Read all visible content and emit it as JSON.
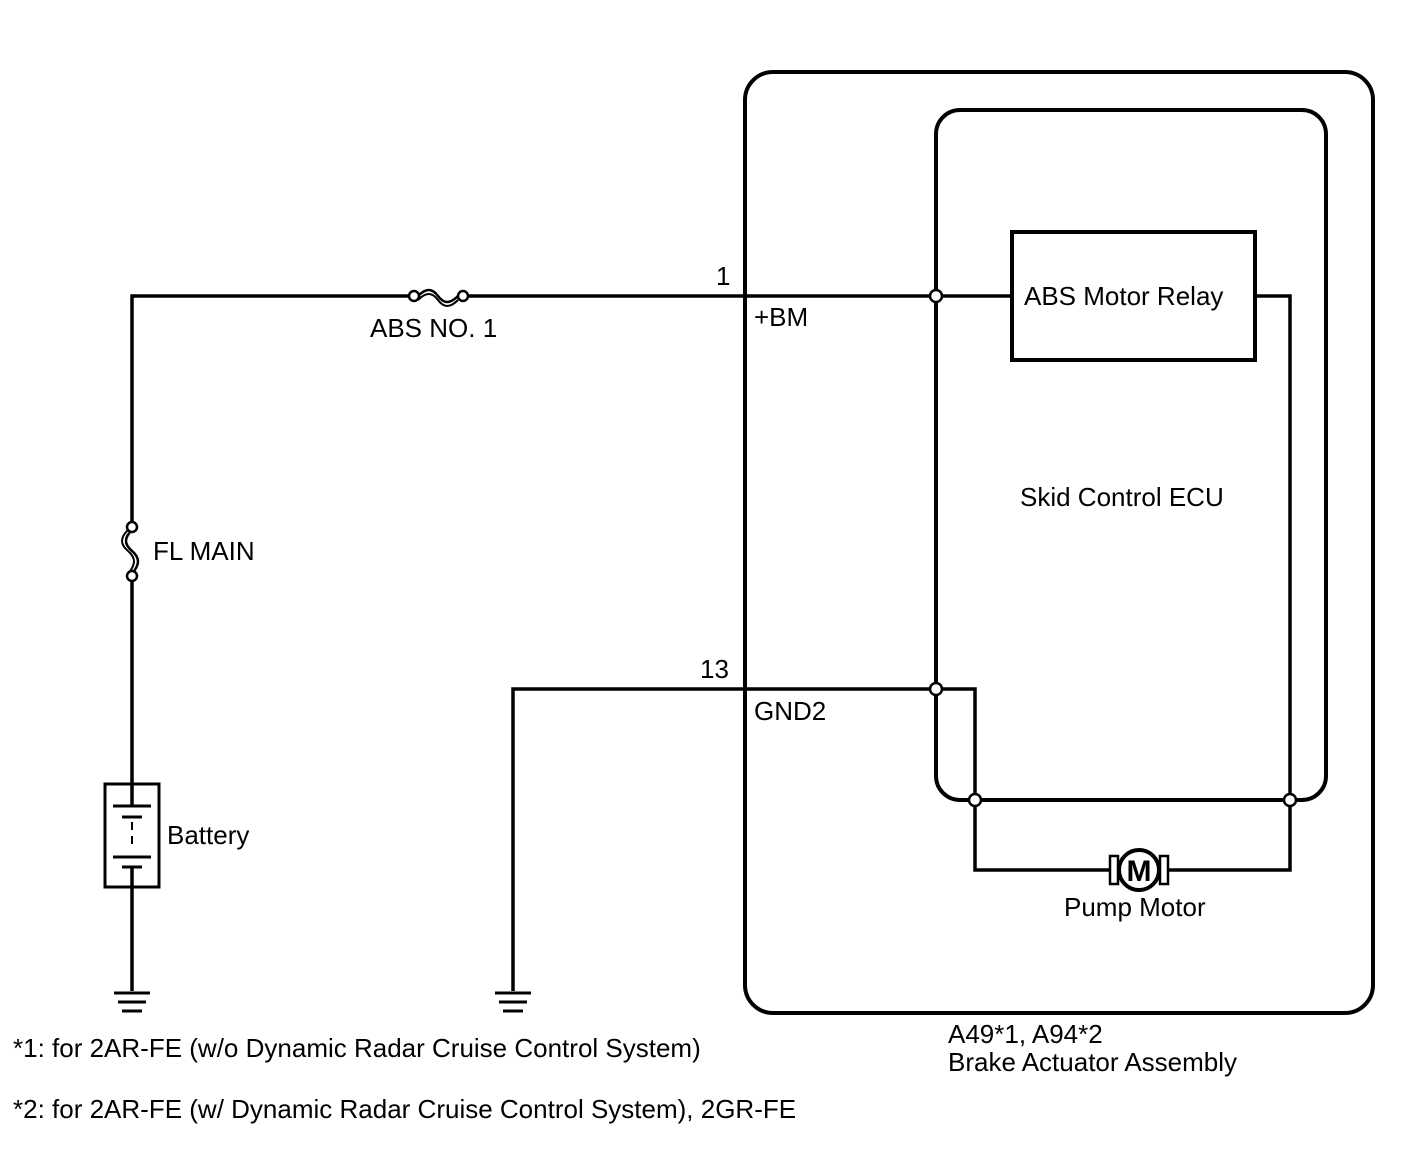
{
  "labels": {
    "fuse_abs": "ABS NO. 1",
    "fuse_main": "FL MAIN",
    "battery": "Battery",
    "pin_bm_number": "1",
    "pin_bm_name": "+BM",
    "pin_gnd_number": "13",
    "pin_gnd_name": "GND2",
    "relay": "ABS Motor Relay",
    "ecu": "Skid Control ECU",
    "motor_symbol": "M",
    "motor": "Pump Motor",
    "assembly_code": "A49*1, A94*2",
    "assembly_name": "Brake Actuator Assembly"
  },
  "notes": [
    "*1: for 2AR-FE (w/o Dynamic Radar Cruise Control System)",
    "*2: for 2AR-FE (w/ Dynamic Radar Cruise Control System), 2GR-FE"
  ]
}
